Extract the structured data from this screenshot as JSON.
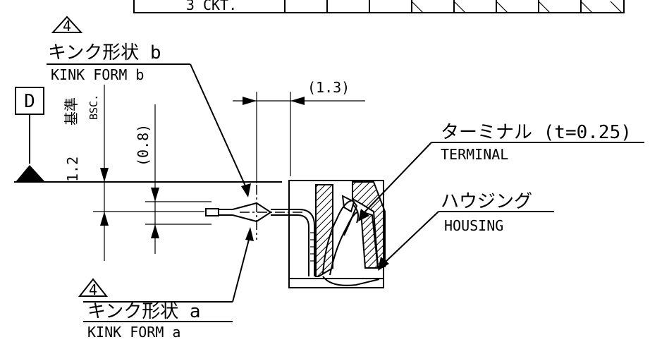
{
  "table": {
    "row_label": "3 CKT."
  },
  "kink_b": {
    "mark": "4",
    "label_jp": "キンク形状 b",
    "label_en": "KINK FORM b"
  },
  "kink_a": {
    "mark": "4",
    "label_jp": "キンク形状 a",
    "label_en": "KINK FORM a"
  },
  "datum": {
    "letter": "D"
  },
  "dims": {
    "basic_jp": "基準",
    "basic_en": "BSC.",
    "height": "1.2",
    "offset": "(0.8)",
    "width": "(1.3)"
  },
  "terminal": {
    "label_jp": "ターミナル (t=0.25)",
    "label_en": "TERMINAL"
  },
  "housing": {
    "label_jp": "ハウジング",
    "label_en": "HOUSING"
  }
}
